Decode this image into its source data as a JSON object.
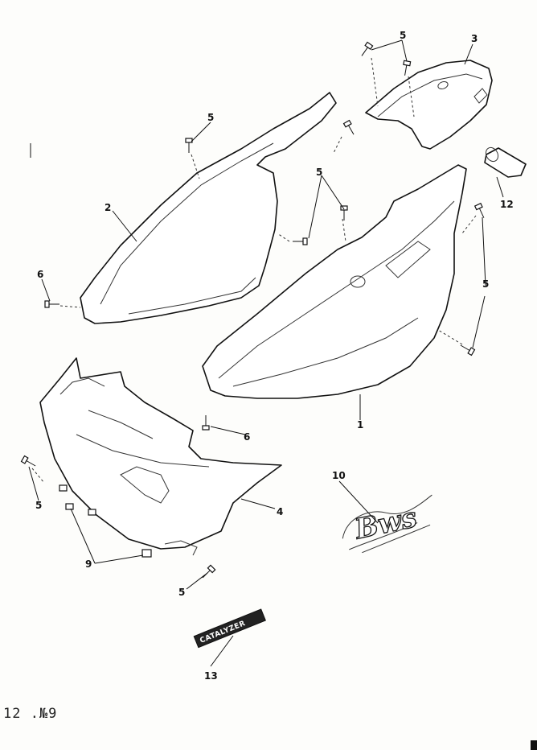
{
  "diagram": {
    "callouts": {
      "c1": "1",
      "c2": "2",
      "c3": "3",
      "c4": "4",
      "c5a": "5",
      "c5b": "5",
      "c5c": "5",
      "c5d": "5",
      "c5e": "5",
      "c5f": "5",
      "c6a": "6",
      "c6b": "6",
      "c9": "9",
      "c10": "10",
      "c12": "12",
      "c13": "13"
    },
    "decals": {
      "catalyzer_text": "CATALYZER",
      "bws_logo_text": "Bws"
    },
    "corner_code": "12 .№9"
  }
}
